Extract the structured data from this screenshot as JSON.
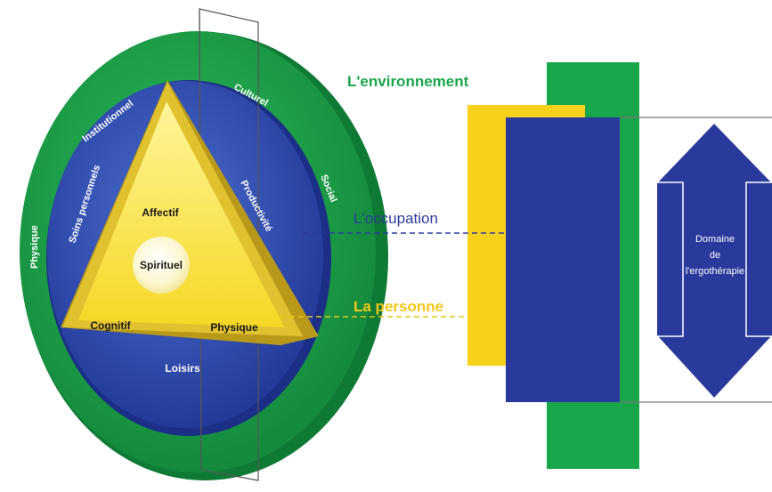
{
  "model": {
    "ring_outer_top": "Institutionnel",
    "ring_outer_top_right": "Culturel",
    "ring_outer_right": "Social",
    "ring_outer_left": "Physique",
    "ring_inner_left": "Soins personnels",
    "ring_inner_right": "Productivité",
    "ring_inner_bottom": "Loisirs",
    "triangle_top": "Affectif",
    "triangle_center": "Spirituel",
    "triangle_bottom_left": "Cognitif",
    "triangle_bottom_right": "Physique"
  },
  "legend": {
    "environment": "L'environnement",
    "occupation": "L'occupation",
    "person": "La personne"
  },
  "domain": {
    "line1": "Domaine",
    "line2": "de",
    "line3": "l'ergothérapie"
  },
  "colors": {
    "environment_green": "#1aa64a",
    "occupation_blue": "#2a3a9c",
    "person_yellow": "#f7d21c",
    "text_white": "#ffffff"
  }
}
